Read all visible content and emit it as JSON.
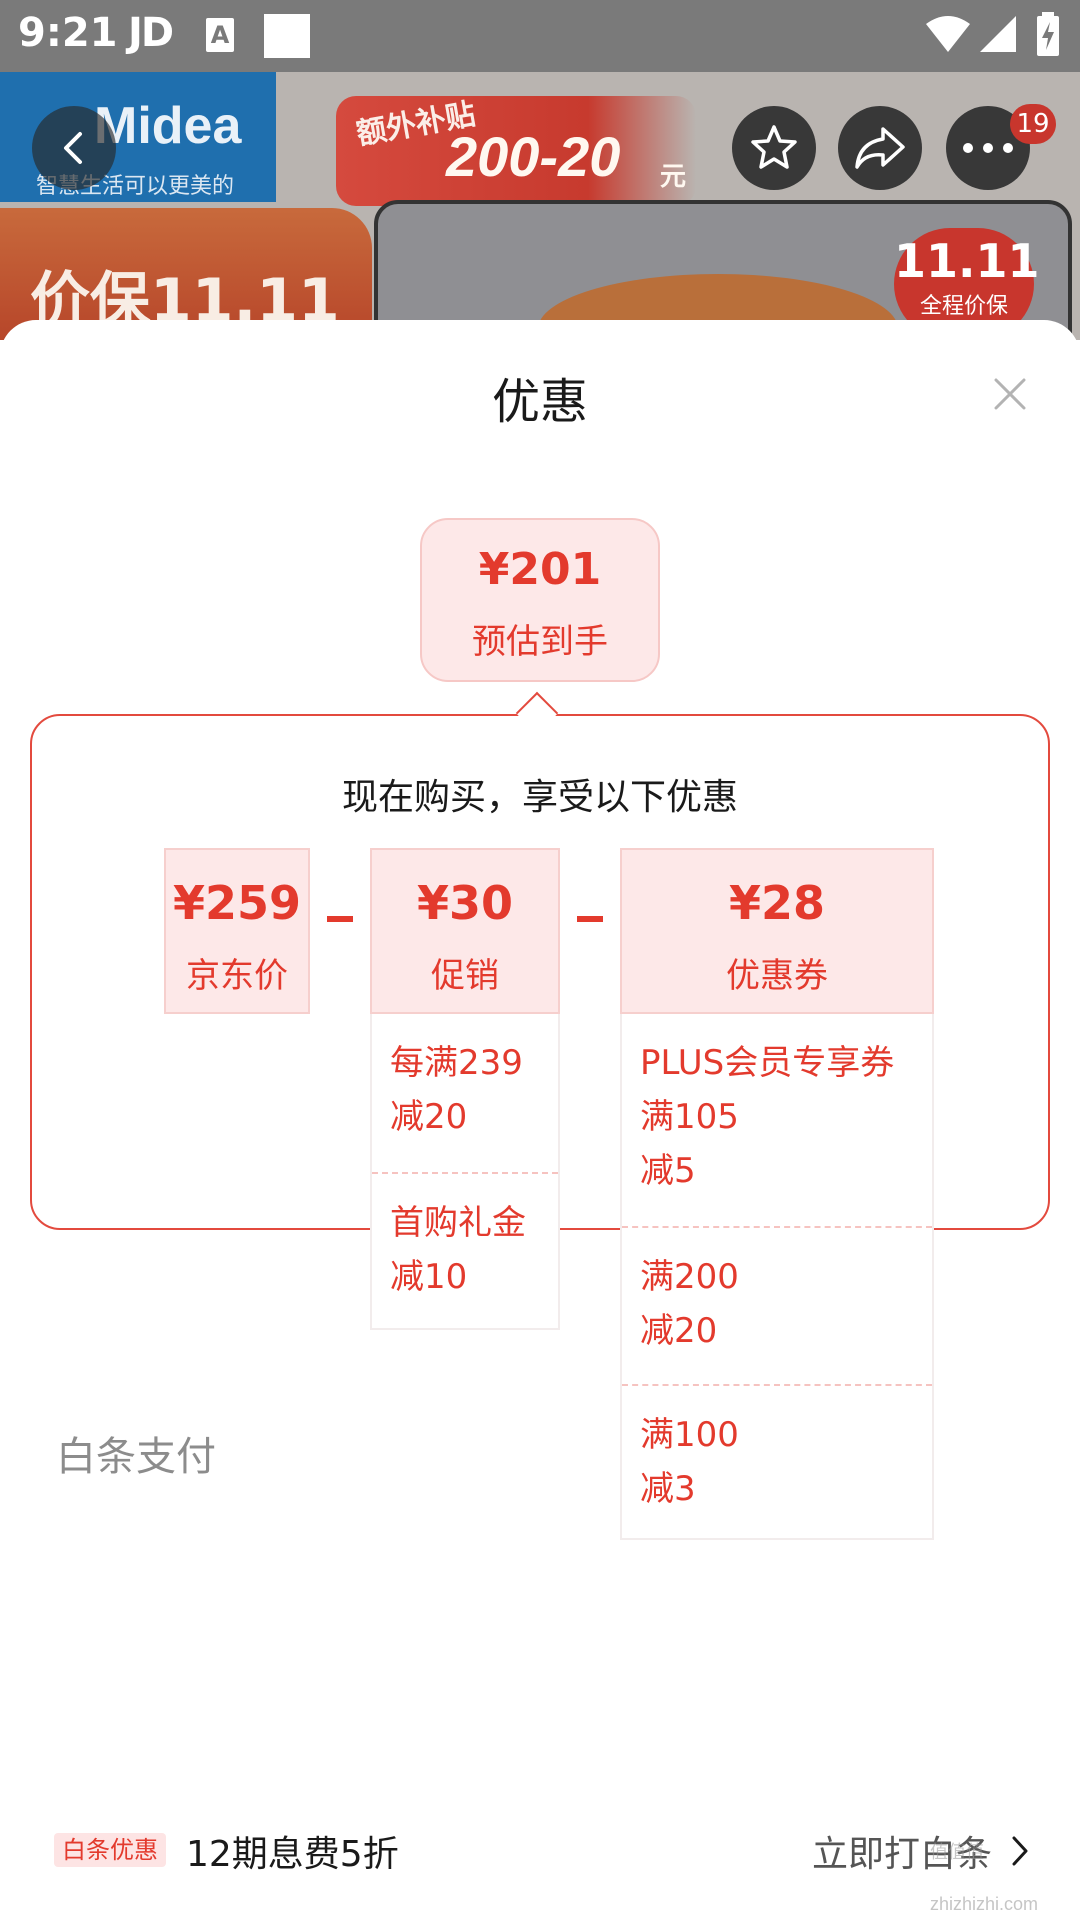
{
  "status_bar": {
    "time": "9:21",
    "app_label": "JD",
    "notification_icon_letter": "A",
    "icons": [
      "wifi-icon",
      "signal-icon",
      "battery-charging-icon"
    ]
  },
  "banner": {
    "brand_name": "Midea",
    "brand_slogan": "智慧生活可以更美的",
    "promo_tag_small": "额外补贴",
    "promo_tag_main": "200-20",
    "promo_tag_unit": "元",
    "event_badge": "价保11.11",
    "guarantee_main": "11.11",
    "guarantee_sub": "全程价保",
    "cart_count": "19",
    "icons": [
      "back-arrow-icon",
      "star-icon",
      "share-icon",
      "more-dots-icon"
    ]
  },
  "sheet": {
    "title": "优惠",
    "close_icon": "close-icon",
    "estimate": {
      "amount": "¥201",
      "label": "预估到手"
    },
    "panel_heading": "现在购买，享受以下优惠",
    "jd_price": {
      "value": "¥259",
      "label": "京东价"
    },
    "promotion": {
      "value": "¥30",
      "label": "促销",
      "items": [
        {
          "line1": "每满239",
          "line2": "减20"
        },
        {
          "line1": "首购礼金",
          "line2": "减10"
        }
      ]
    },
    "coupon": {
      "value": "¥28",
      "label": "优惠券",
      "items": [
        {
          "line1": "PLUS会员专享券",
          "line2": "满105",
          "line3": "减5"
        },
        {
          "line1": "满200",
          "line2": "减20"
        },
        {
          "line1": "满100",
          "line2": "减3"
        }
      ]
    },
    "payment": {
      "section_title": "白条支付",
      "badge": "白条优惠",
      "description": "12期息费5折",
      "action": "立即打白条",
      "action_icon": "chevron-right-icon"
    },
    "watermark": "值值值",
    "watermark_sub": "zhizhizhi.com"
  },
  "colors": {
    "accent_red": "#e33a2d",
    "panel_border": "#e34a3e",
    "pink_fill": "#fde8e8",
    "status_bar": "#7a7a7a"
  }
}
